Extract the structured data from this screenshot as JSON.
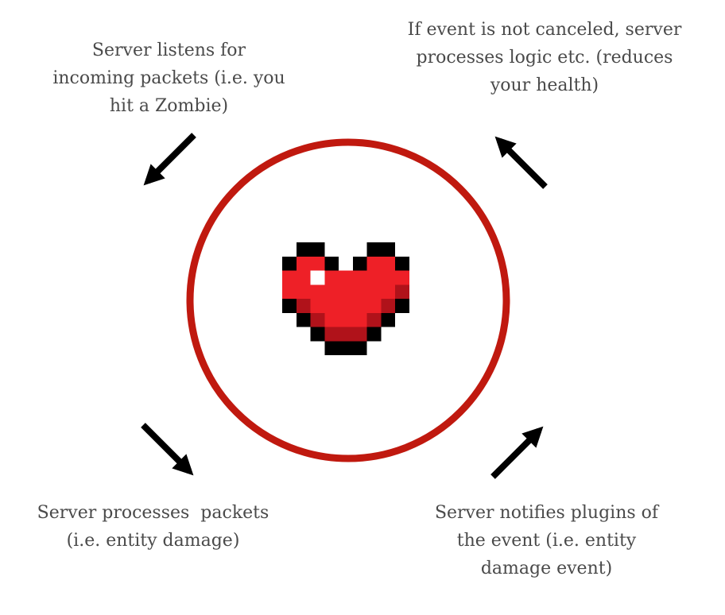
{
  "colors": {
    "ring": "#c0190f",
    "arrow": "#000000",
    "text": "#4a4a4a",
    "heart_main": "#ee2027",
    "heart_dark": "#b0121a",
    "heart_highlight": "#ffffff",
    "heart_outline": "#000000"
  },
  "icons": {
    "center": "pixel-heart-icon",
    "arrow_top_left": "arrow-down-left-icon",
    "arrow_top_right": "arrow-up-left-icon",
    "arrow_bottom_left": "arrow-down-right-icon",
    "arrow_bottom_right": "arrow-up-right-icon"
  },
  "steps": {
    "listen": {
      "lines": [
        "Server listens for",
        "incoming packets (i.e. you",
        "hit a Zombie)"
      ]
    },
    "process_packets": {
      "lines": [
        "Server processes  packets",
        "(i.e. entity damage)"
      ]
    },
    "notify": {
      "lines": [
        "Server notifies plugins of",
        "the event (i.e. entity",
        "damage event)"
      ]
    },
    "logic": {
      "lines": [
        "If event is not canceled, server",
        "processes logic etc. (reduces",
        "your health)"
      ]
    }
  }
}
